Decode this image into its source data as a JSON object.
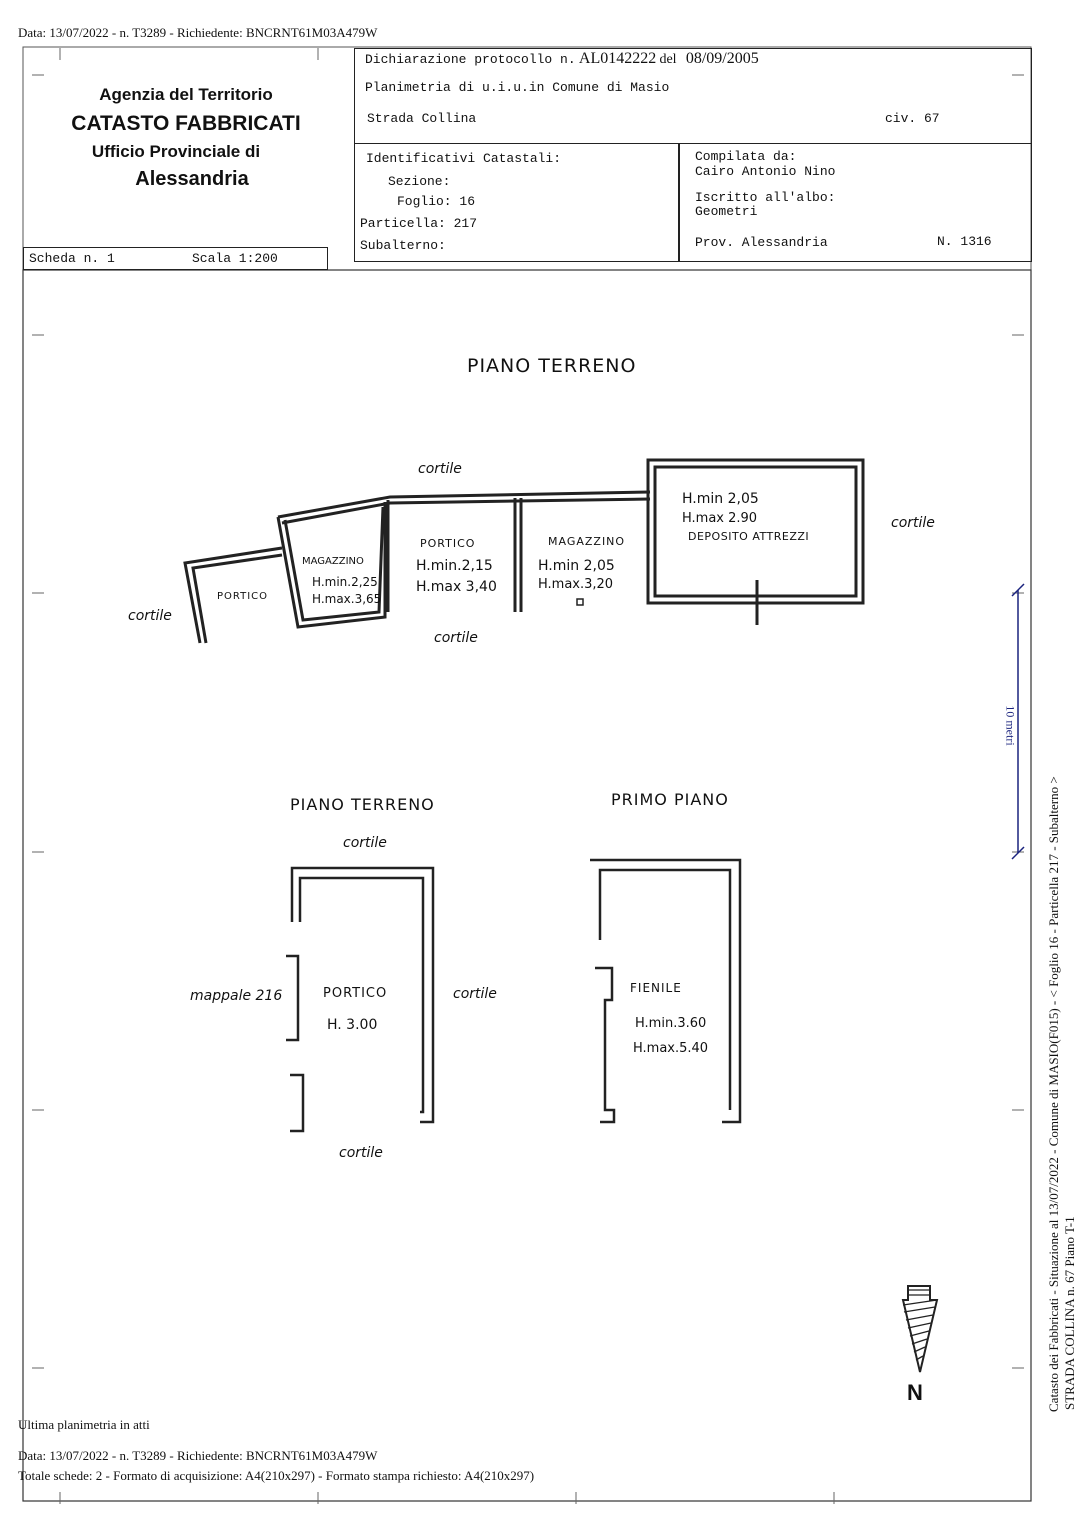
{
  "top_line": "Data: 13/07/2022 - n. T3289 - Richiedente: BNCRNT61M03A479W",
  "agency": {
    "line1": "Agenzia del Territorio",
    "line2": "CATASTO FABBRICATI",
    "line3": "Ufficio Provinciale di",
    "line4": "Alessandria"
  },
  "scheda": {
    "label": "Scheda n. 1",
    "scala": "Scala 1:200"
  },
  "header": {
    "dich_label": "Dichiarazione protocollo n.",
    "protocol": "AL0142222",
    "del_label": "del",
    "date": "08/09/2005",
    "planimetria": "Planimetria di u.i.u.in Comune di Masio",
    "strada": "Strada Collina",
    "civ": "civ. 67"
  },
  "ident": {
    "title": "Identificativi Catastali:",
    "sezione": "Sezione:",
    "foglio": "Foglio: 16",
    "particella": "Particella: 217",
    "subalterno": "Subalterno:"
  },
  "compiler": {
    "compilata": "Compilata da:",
    "name": "Cairo Antonio Nino",
    "iscritto": "Iscritto all'albo:",
    "albo": "Geometri",
    "prov": "Prov. Alessandria",
    "n": "N. 1316"
  },
  "plan1": {
    "title": "PIANO TERRENO",
    "cortile_top": "cortile",
    "cortile_right": "cortile",
    "cortile_left": "cortile",
    "cortile_bottom": "cortile",
    "portico_small": "PORTICO",
    "magazzino1": {
      "name": "MAGAZZINO",
      "hmin": "H.min.2,25",
      "hmax": "H.max.3,65"
    },
    "portico": {
      "name": "PORTICO",
      "hmin": "H.min.2,15",
      "hmax": "H.max 3,40"
    },
    "magazzino2": {
      "name": "MAGAZZINO",
      "hmin": "H.min 2,05",
      "hmax": "H.max.3,20"
    },
    "deposito": {
      "hmin": "H.min 2,05",
      "hmax": "H.max 2.90",
      "name": "DEPOSITO ATTREZZI"
    }
  },
  "plan2": {
    "title": "PIANO TERRENO",
    "cortile_top": "cortile",
    "cortile_right": "cortile",
    "cortile_bottom": "cortile",
    "mappale": "mappale 216",
    "room": "PORTICO",
    "h": "H. 3.00"
  },
  "plan3": {
    "title": "PRIMO PIANO",
    "room": "FIENILE",
    "hmin": "H.min.3.60",
    "hmax": "H.max.5.40"
  },
  "scale_bar": "10 metri",
  "north": "N",
  "side_text_1": "Catasto dei Fabbricati - Situazione al 13/07/2022 - Comune di MASIO(F015) - < Foglio 16 - Particella 217 - Subalterno >",
  "side_text_2": "STRADA COLLINA n. 67 Piano T-1",
  "footer": {
    "ultima": "Ultima planimetria in atti",
    "line1": "Data: 13/07/2022 - n. T3289 - Richiedente: BNCRNT61M03A479W",
    "line2": "Totale schede: 2 - Formato di acquisizione: A4(210x297)  - Formato stampa richiesto: A4(210x297)"
  },
  "colors": {
    "ink": "#222222",
    "scale_bar": "#1a237e"
  }
}
